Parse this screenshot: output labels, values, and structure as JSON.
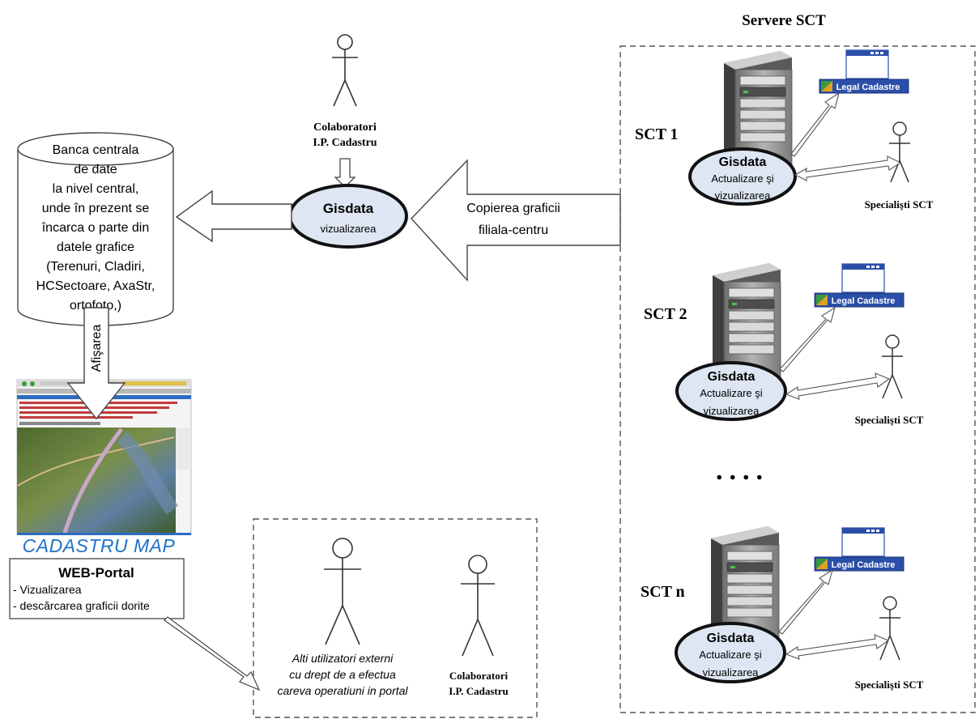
{
  "servers_group": {
    "title": "Servere SCT"
  },
  "collaborators_top": {
    "label_line1": "Colaboratori",
    "label_line2": "I.P. Cadastru"
  },
  "central_node": {
    "title": "Gisdata",
    "subtitle": "vizualizarea"
  },
  "central_db": {
    "lines": [
      "Banca centrala",
      "de date",
      "la nivel central,",
      "unde în prezent se",
      "încarca o parte din",
      "datele grafice",
      "(Terenuri, Cladiri,",
      "HCSectoare, AxaStr,",
      "ortofoto,)"
    ]
  },
  "copy_arrow": {
    "line1": "Copierea  graficii",
    "line2": "filiala-centru"
  },
  "display_arrow": {
    "label": "Afişarea"
  },
  "portal": {
    "map_logo": "CADASTRU MAP",
    "title": "WEB-Portal",
    "items": [
      "- Vizualizarea",
      "- descărcarea graficii dorite"
    ]
  },
  "external_users": {
    "actor1_lines": [
      "Alti utilizatori externi",
      "cu drept de a efectua",
      "careva operatiuni in portal"
    ],
    "actor2_line1": "Colaboratori",
    "actor2_line2": "I.P. Cadastru"
  },
  "sct_nodes": [
    {
      "label": "SCT 1",
      "node_title": "Gisdata",
      "node_line1": "Actualizare şi",
      "node_line2": "vizualizarea",
      "app_label": "Legal Cadastre",
      "actor_label": "Specialişti SCT"
    },
    {
      "label": "SCT 2",
      "node_title": "Gisdata",
      "node_line1": "Actualizare şi",
      "node_line2": "vizualizarea",
      "app_label": "Legal Cadastre",
      "actor_label": "Specialişti SCT"
    },
    {
      "label": "SCT n",
      "node_title": "Gisdata",
      "node_line1": "Actualizare şi",
      "node_line2": "vizualizarea",
      "app_label": "Legal Cadastre",
      "actor_label": "Specialişti SCT"
    }
  ],
  "ellipsis": "....",
  "colors": {
    "node_fill": "#dde6f2",
    "server_body": "#8e8e8e",
    "app_bar": "#2b4fa8",
    "logo_blue": "#1e73c8"
  }
}
